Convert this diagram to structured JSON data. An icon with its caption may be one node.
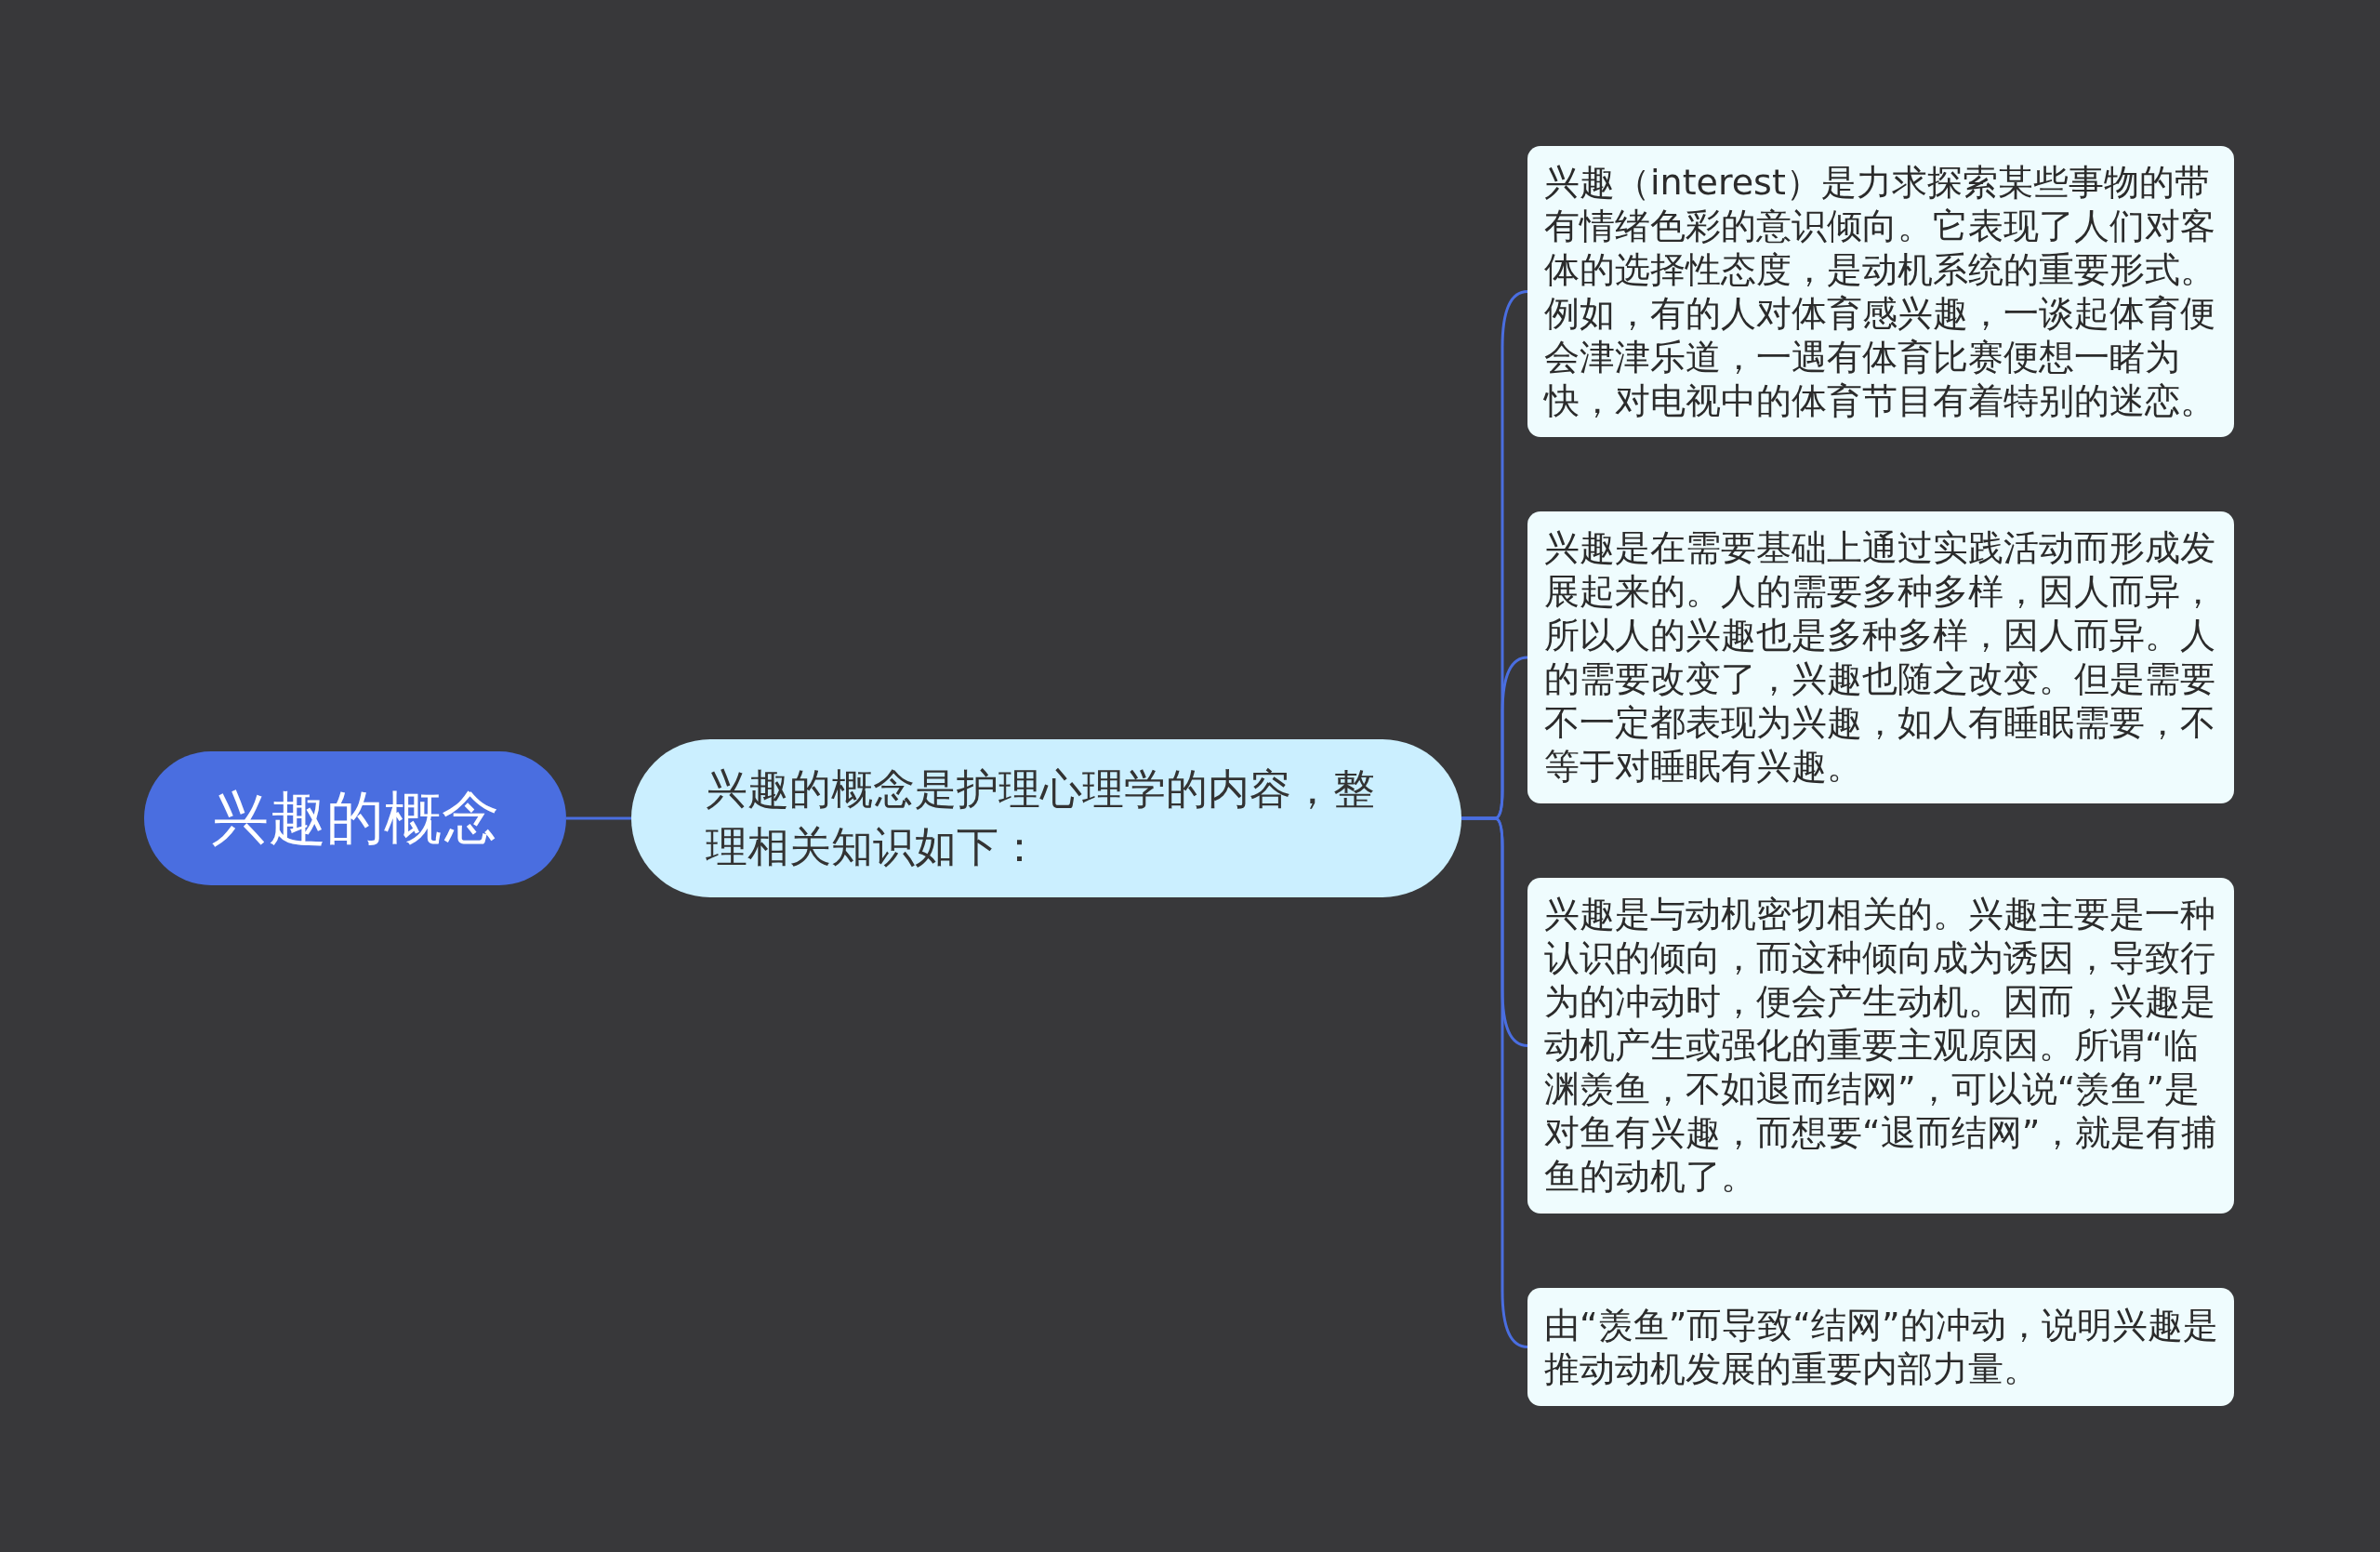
{
  "diagram": {
    "nodes": [
      {
        "text": [
          "兴趣的概念"
        ]
      },
      {
        "text": [
          "兴趣的概念是护理心理学的内容，整理相关知识如下："
        ]
      },
      {
        "text": [
          "兴趣（interest）是力求探索某些事物的带有情绪色彩的意识倾向。它表现了人们对客体的选择性态度，是动机系统的重要形式。例如，有的人对体育感兴趣，一谈起体育便会津津乐道，一遇有体育比赛便想一睹为快，对电视中的体育节目有着特别的迷恋。"
        ]
      },
      {
        "text": [
          "兴趣是在需要基础上通过实践活动而形成发展起来的。人的需要多种多样，因人而异，所以人的兴趣也是多种多样，因人而异。人的需要改变了，兴趣也随之改变。但是需要不一定都表现为兴趣，如人有睡眠需要，不等于对睡眠有兴趣。"
        ]
      },
      {
        "text": [
          "兴趣是与动机密切相关的。兴趣主要是一种认识的倾向，而这种倾向成为诱因，导致行为的冲动时，便会产生动机。因而，兴趣是动机产生或强化的重要主观原因。所谓“临渊羡鱼，不如退而结网”，可以说“羡鱼”是对鱼有兴趣，而想要“退而结网”，就是有捕鱼的动机了。"
        ]
      },
      {
        "text": [
          "由“羡鱼”而导致“结网”的冲动，说明兴趣是推动动机发展的重要内部力量。"
        ]
      }
    ],
    "edges": [
      {
        "from": 0,
        "to": 1,
        "arrow": "none"
      },
      {
        "from": 1,
        "to": 2,
        "arrow": "none"
      },
      {
        "from": 1,
        "to": 3,
        "arrow": "none"
      },
      {
        "from": 1,
        "to": 4,
        "arrow": "none"
      },
      {
        "from": 1,
        "to": 5,
        "arrow": "none"
      }
    ]
  }
}
